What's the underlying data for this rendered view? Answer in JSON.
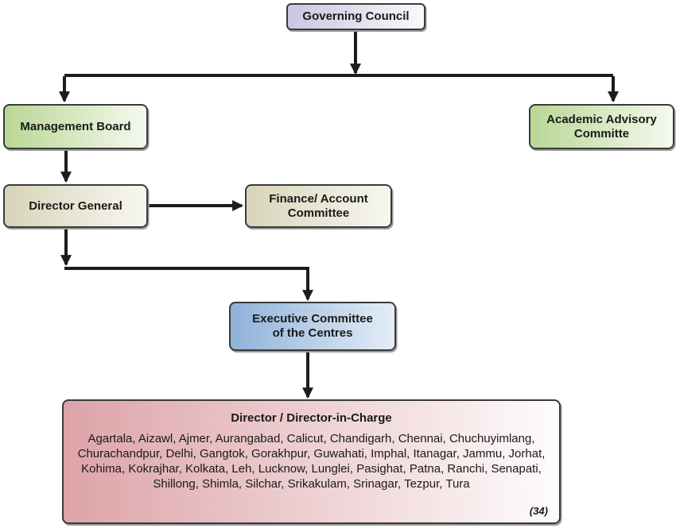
{
  "diagram": {
    "type": "org-flowchart",
    "nodes": {
      "governing_council": {
        "label": "Governing Council"
      },
      "management_board": {
        "label": "Management Board"
      },
      "academic_advisory": {
        "label": "Academic Advisory\nCommitte"
      },
      "director_general": {
        "label": "Director General"
      },
      "finance_account": {
        "label": "Finance/ Account\nCommittee"
      },
      "executive_committee": {
        "label": "Executive Committee\nof the Centres"
      },
      "directors": {
        "title": "Director / Director-in-Charge",
        "centres": "Agartala, Aizawl, Ajmer, Aurangabad, Calicut, Chandigarh, Chennai, Chuchuyimlang, Churachandpur, Delhi, Gangtok, Gorakhpur, Guwahati, Imphal, Itanagar, Jammu, Jorhat, Kohima, Kokrajhar, Kolkata, Leh, Lucknow, Lunglei, Pasighat, Patna, Ranchi, Senapati, Shillong, Shimla, Silchar, Srikakulam, Srinagar, Tezpur, Tura",
        "count": "(34)"
      }
    },
    "edges": [
      {
        "from": "Governing Council",
        "to": "Management Board"
      },
      {
        "from": "Governing Council",
        "to": "Academic Advisory Committe"
      },
      {
        "from": "Management Board",
        "to": "Director General"
      },
      {
        "from": "Director General",
        "to": "Finance/ Account Committee"
      },
      {
        "from": "Director General",
        "to": "Executive Committee of the Centres"
      },
      {
        "from": "Executive Committee of the Centres",
        "to": "Director / Director-in-Charge"
      }
    ],
    "colors": {
      "line": "#1c1c1c",
      "border": "#3a3a3a",
      "governing_council_left": "#cbc5e0",
      "green_left": "#b9d795",
      "beige_left": "#d8d4ba",
      "blue_left": "#8fb2d8",
      "pink_left": "#dda3a8",
      "gradient_right": "#fbfbfb"
    }
  }
}
